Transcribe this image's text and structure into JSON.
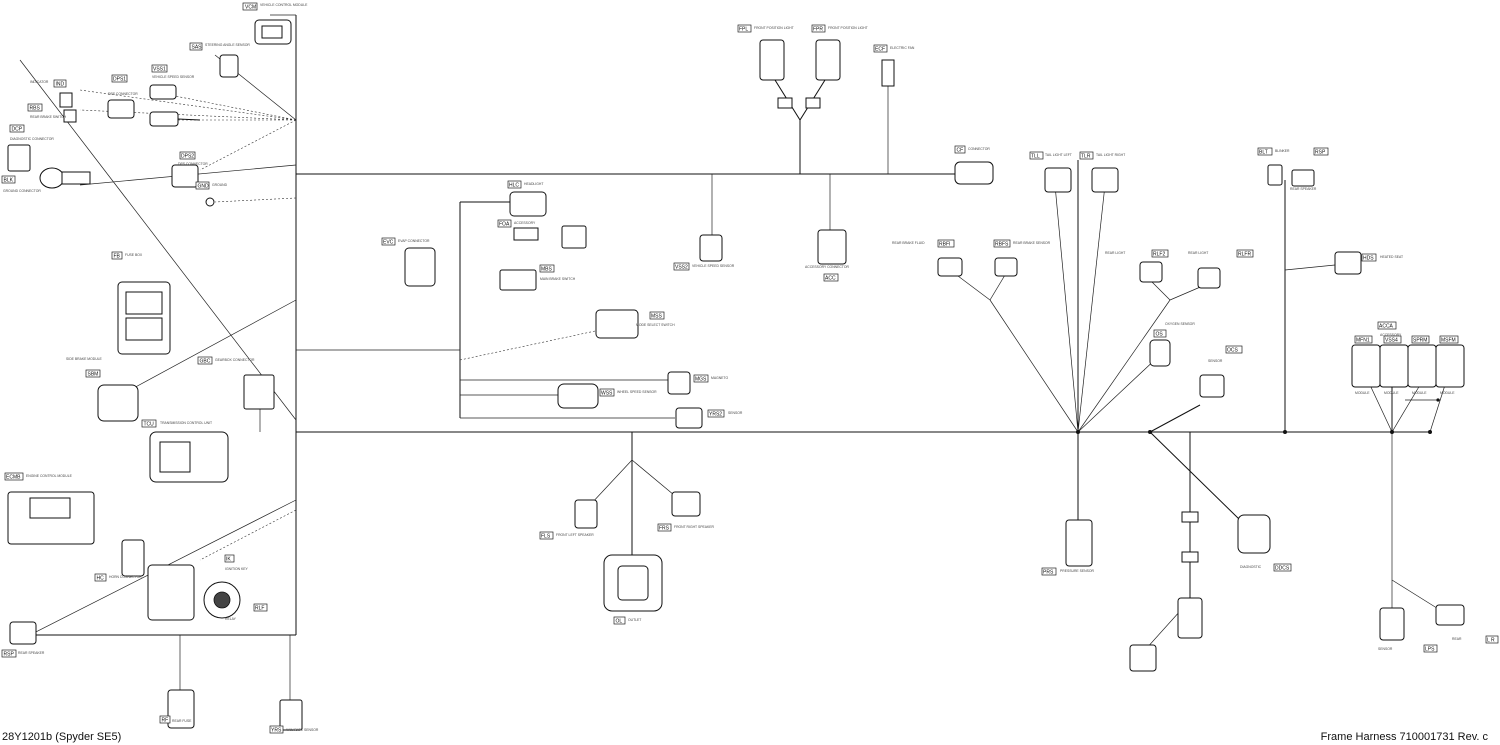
{
  "footer": {
    "left": "28Y1201b (Spyder SE5)",
    "right": "Frame Harness 710001731 Rev. c"
  },
  "connectors": [
    {
      "id": "vcm",
      "tag": "VCM",
      "desc": "VEHICLE CONTROL MODULE"
    },
    {
      "id": "sas",
      "tag": "SAS",
      "desc": "STEERING ANGLE SENSOR"
    },
    {
      "id": "dps1",
      "tag": "DPS1",
      "desc": "DPS CONNECTOR"
    },
    {
      "id": "vss1",
      "tag": "VSS1",
      "desc": "VEHICLE SPEED SENSOR"
    },
    {
      "id": "ind",
      "tag": "IND",
      "desc": "INDICATOR"
    },
    {
      "id": "rbs",
      "tag": "RBS",
      "desc": "REAR BRAKE SWITCH"
    },
    {
      "id": "dcp",
      "tag": "DCP",
      "desc": "DIAGNOSTIC CONNECTOR"
    },
    {
      "id": "blk",
      "tag": "BLK",
      "desc": "GROUND CONNECTOR"
    },
    {
      "id": "dps2",
      "tag": "DPS2",
      "desc": "DPS CONNECTOR"
    },
    {
      "id": "gnd",
      "tag": "GND",
      "desc": "GROUND"
    },
    {
      "id": "fb",
      "tag": "FB",
      "desc": "FUSE BOX"
    },
    {
      "id": "sbm",
      "tag": "SBM",
      "desc": "SIDE BRAKE MODULE"
    },
    {
      "id": "gbc",
      "tag": "GBC",
      "desc": "GEARBOX CONNECTOR"
    },
    {
      "id": "tcu",
      "tag": "TCU",
      "desc": "TRANSMISSION CONTROL UNIT"
    },
    {
      "id": "ecm",
      "tag": "ECMB",
      "desc": "ENGINE CONTROL MODULE"
    },
    {
      "id": "hc",
      "tag": "HC",
      "desc": "HORN CONNECTOR"
    },
    {
      "id": "ik",
      "tag": "IK",
      "desc": "IGNITION KEY"
    },
    {
      "id": "rlf",
      "tag": "RLF",
      "desc": "RELAY"
    },
    {
      "id": "rsp",
      "tag": "RSP",
      "desc": "REAR SPEAKER"
    },
    {
      "id": "rf",
      "tag": "RF",
      "desc": "REAR FUSE"
    },
    {
      "id": "yrs",
      "tag": "YRS",
      "desc": "YAW RATE SENSOR"
    },
    {
      "id": "fpl",
      "tag": "FPL",
      "desc": "FRONT POSITION LIGHT"
    },
    {
      "id": "fpr",
      "tag": "FPR",
      "desc": "FRONT POSITION LIGHT"
    },
    {
      "id": "ecf",
      "tag": "ECF",
      "desc": "ELECTRIC FAN"
    },
    {
      "id": "cf",
      "tag": "CF",
      "desc": "CONNECTOR"
    },
    {
      "id": "hl",
      "tag": "HLC",
      "desc": "HEADLIGHT"
    },
    {
      "id": "fo",
      "tag": "FOA",
      "desc": "ACCESSORY"
    },
    {
      "id": "ev",
      "tag": "EVC",
      "desc": "EVAP CONNECTOR"
    },
    {
      "id": "mbs",
      "tag": "MBS",
      "desc": "MAIN BRAKE SWITCH"
    },
    {
      "id": "vss2",
      "tag": "VSS2",
      "desc": "VEHICLE SPEED SENSOR"
    },
    {
      "id": "acc",
      "tag": "ACC",
      "desc": "ACCESSORY CONNECTOR"
    },
    {
      "id": "mss",
      "tag": "MSS",
      "desc": "MODE SELECT SWITCH"
    },
    {
      "id": "mg",
      "tag": "MGS",
      "desc": "MAGNETO"
    },
    {
      "id": "ws",
      "tag": "WSS",
      "desc": "WHEEL SPEED SENSOR"
    },
    {
      "id": "tps",
      "tag": "YRS2",
      "desc": "SENSOR"
    },
    {
      "id": "fl",
      "tag": "FLS",
      "desc": "FRONT LEFT SPEAKER"
    },
    {
      "id": "frs",
      "tag": "FRS",
      "desc": "FRONT RIGHT SPEAKER"
    },
    {
      "id": "ol",
      "tag": "OL",
      "desc": "OUTLET"
    },
    {
      "id": "tl",
      "tag": "TLL",
      "desc": "TAIL LIGHT LEFT"
    },
    {
      "id": "tr",
      "tag": "TLR",
      "desc": "TAIL LIGHT RIGHT"
    },
    {
      "id": "rbf",
      "tag": "RBFI",
      "desc": "REAR BRAKE FLUID"
    },
    {
      "id": "rbs2",
      "tag": "RBFS",
      "desc": "REAR BRAKE SENSOR"
    },
    {
      "id": "rlf2",
      "tag": "RLF2",
      "desc": "REAR LIGHT"
    },
    {
      "id": "rlr",
      "tag": "RLFR",
      "desc": "REAR LIGHT"
    },
    {
      "id": "blt",
      "tag": "BLT",
      "desc": "BLINKER"
    },
    {
      "id": "rsp2",
      "tag": "RSP",
      "desc": "REAR SPEAKER"
    },
    {
      "id": "hds",
      "tag": "HDS",
      "desc": "HEATED SEAT"
    },
    {
      "id": "acc2",
      "tag": "ACCA",
      "desc": "ACCESSORY"
    },
    {
      "id": "pr",
      "tag": "PRS",
      "desc": "PRESSURE SENSOR"
    },
    {
      "id": "ddc",
      "tag": "DDCS",
      "desc": "DIAGNOSTIC"
    },
    {
      "id": "os",
      "tag": "OS",
      "desc": "OXYGEN SENSOR"
    },
    {
      "id": "ocs",
      "tag": "OCS",
      "desc": "SENSOR"
    },
    {
      "id": "mfm",
      "tag": "MFN1",
      "desc": "MODULE"
    },
    {
      "id": "vsm",
      "tag": "VSS4",
      "desc": "MODULE"
    },
    {
      "id": "sfm",
      "tag": "SPRM",
      "desc": "MODULE"
    },
    {
      "id": "msf",
      "tag": "MSFM",
      "desc": "MODULE"
    },
    {
      "id": "lps",
      "tag": "LPS",
      "desc": "SENSOR"
    },
    {
      "id": "lr",
      "tag": "L R",
      "desc": "REAR"
    }
  ]
}
